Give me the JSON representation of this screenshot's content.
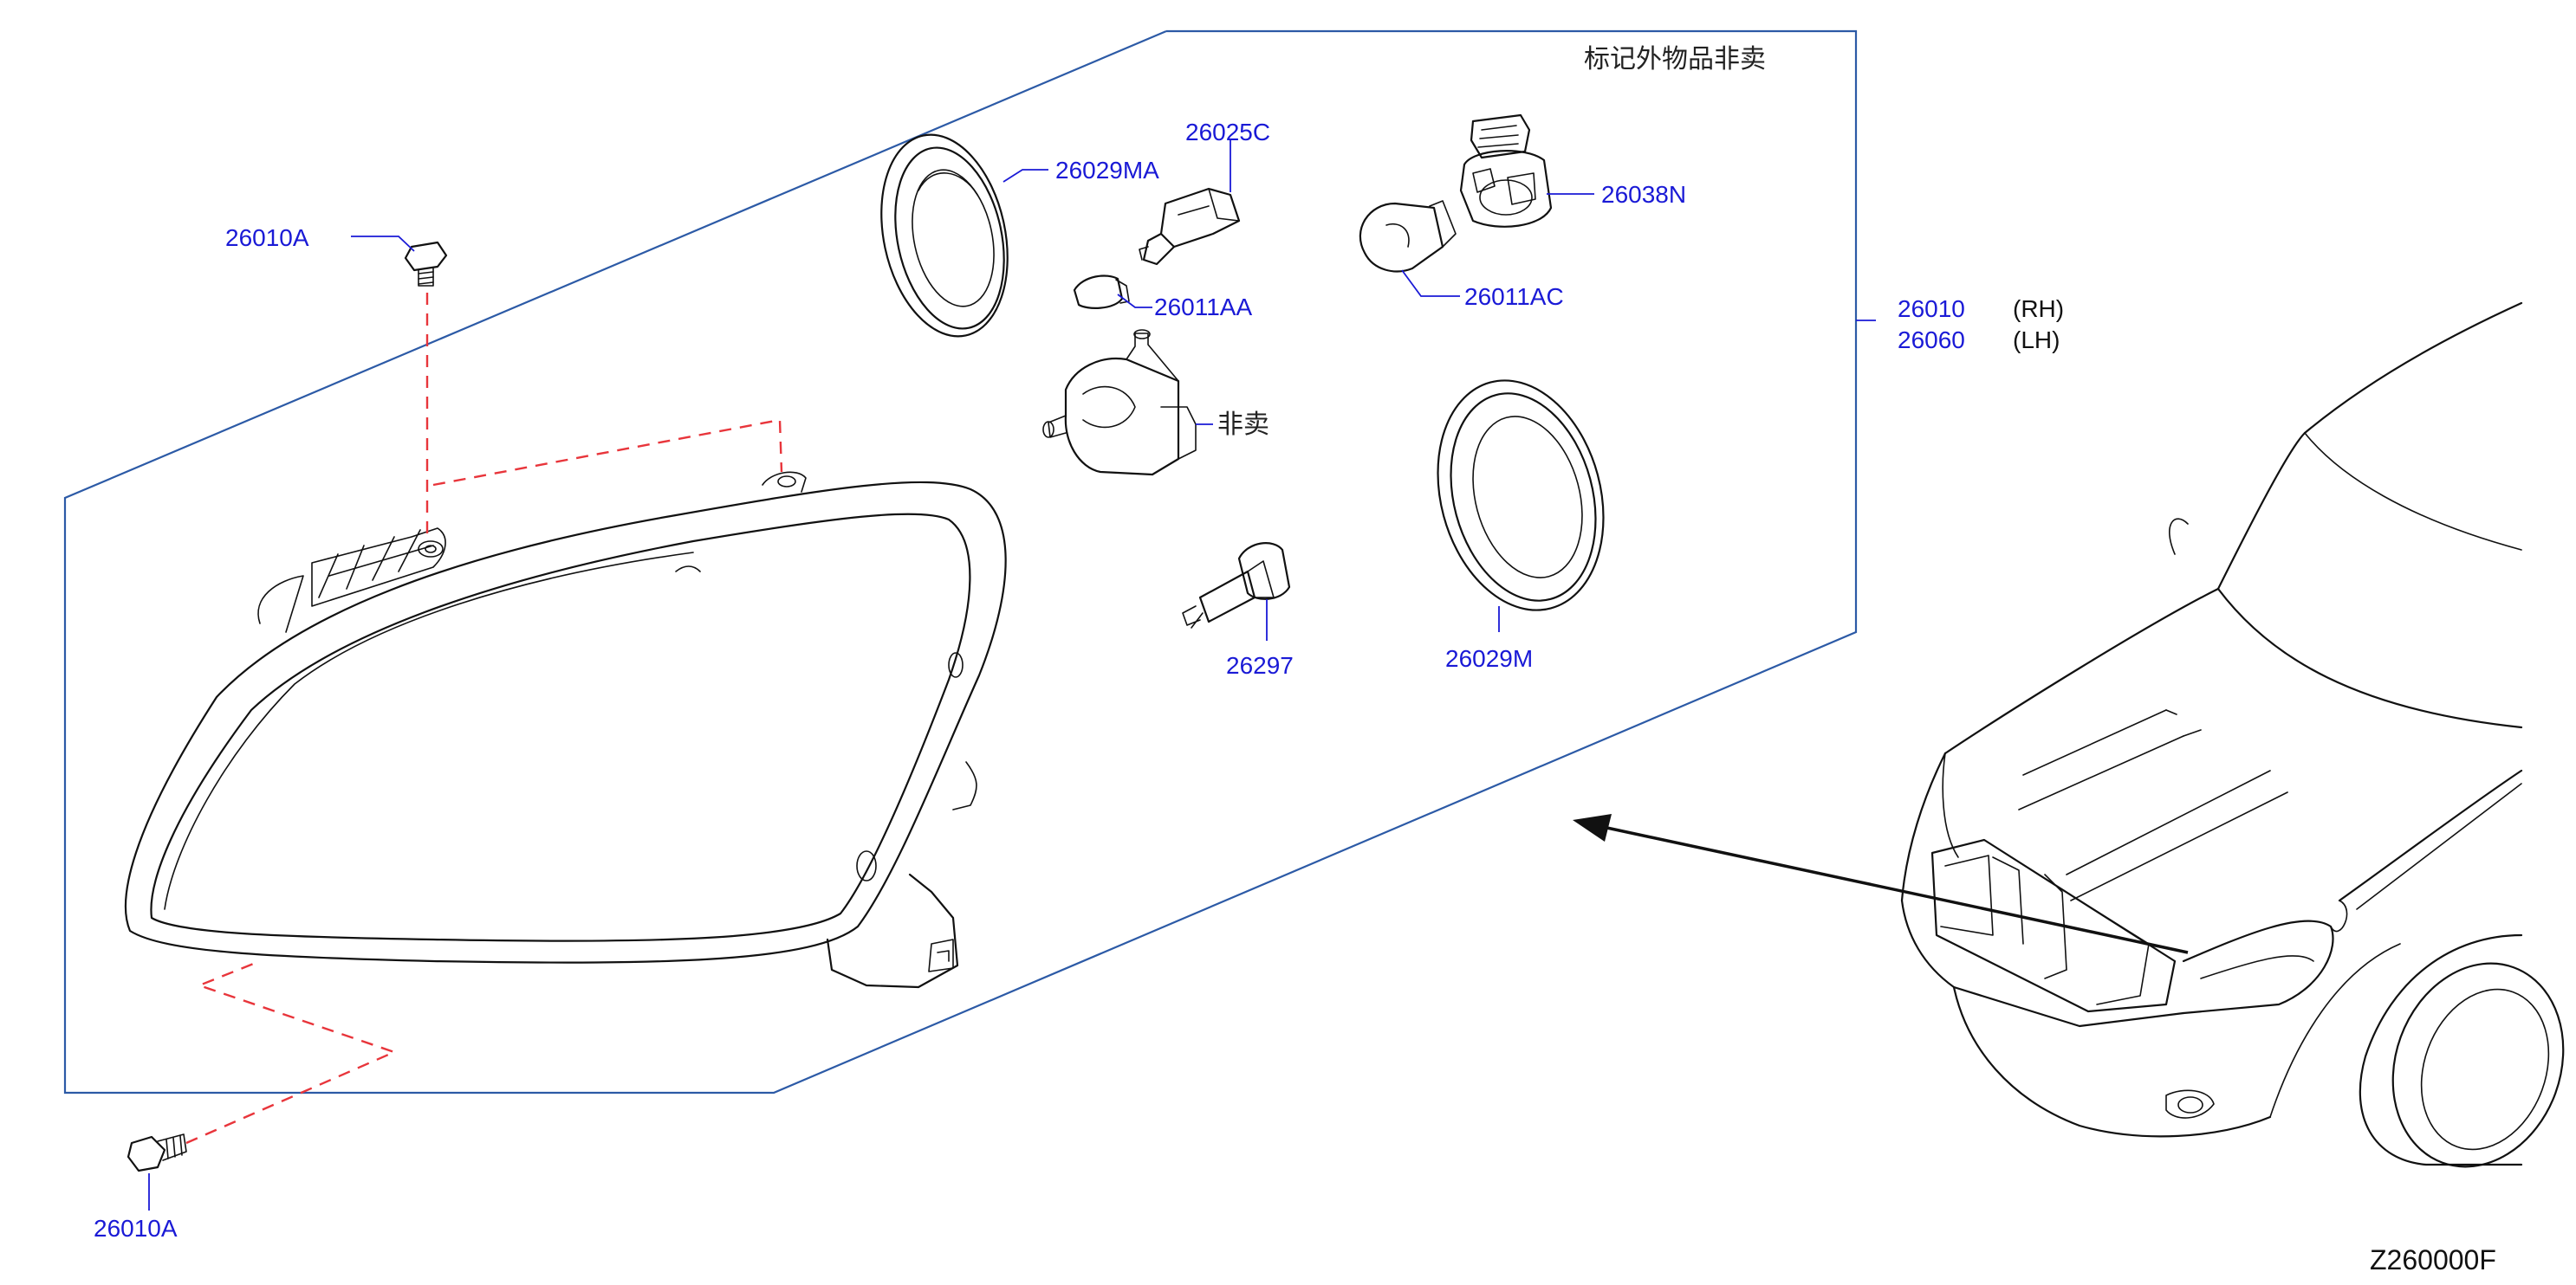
{
  "diagram": {
    "note_not_sold_outside": "标记外物品非卖",
    "not_sold_label": "非卖",
    "drawing_code": "Z260000F",
    "parts": {
      "bolt_top": "26010A",
      "bolt_bottom": "26010A",
      "cap_small": "26029MA",
      "socket_small": "26025C",
      "bulb_small": "26011AA",
      "socket_turn": "26038N",
      "bulb_turn": "26011AC",
      "cap_large": "26029M",
      "bulb_h": "26297",
      "assy_rh_part": "26010",
      "assy_rh_side": "(RH)",
      "assy_lh_part": "26060",
      "assy_lh_side": "(LH)"
    },
    "colors": {
      "callout_text": "#1a1ad6",
      "frame_line": "#2c5aa6",
      "dashed_line": "#e8353b"
    }
  }
}
